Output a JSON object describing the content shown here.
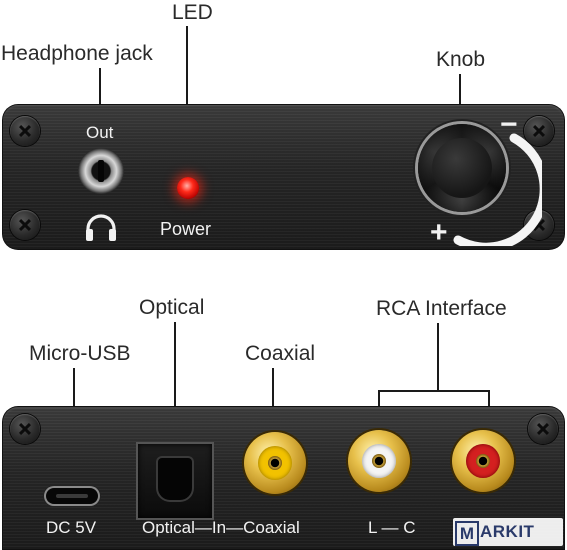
{
  "callouts": {
    "led": "LED",
    "headphone_jack": "Headphone jack",
    "knob": "Knob",
    "optical": "Optical",
    "rca_interface": "RCA Interface",
    "micro_usb": "Micro-USB",
    "coaxial": "Coaxial"
  },
  "front_panel": {
    "out_label": "Out",
    "power_label": "Power",
    "minus_sign": "−",
    "plus_sign": "+",
    "headphone_icon": "headphones-icon",
    "led_color": "#ff2a1a"
  },
  "back_panel": {
    "dc_label": "DC 5V",
    "optical_coaxial_label": "Optical—In—Coaxial",
    "lr_label": "L — C"
  },
  "watermark": {
    "box_letter": "M",
    "text": "ARKIT"
  },
  "colors": {
    "panel": "#262626",
    "rca_gold": "#e7c04b",
    "rca_white": "#f4f4f4",
    "rca_red": "#d42020",
    "coax_yellow": "#f2c200"
  }
}
